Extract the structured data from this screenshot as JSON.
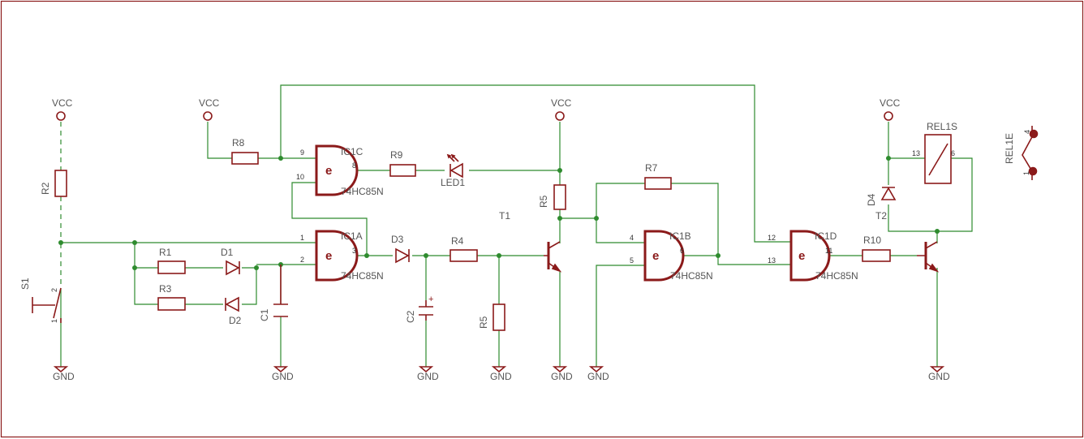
{
  "colors": {
    "wire": "#2e8b2e",
    "component": "#8b1a1a",
    "label": "#555555",
    "frame": "#8b1a1a"
  },
  "power": {
    "vcc": "VCC",
    "gnd": "GND"
  },
  "parts": {
    "s1": "S1",
    "r1": "R1",
    "r2": "R2",
    "r3": "R3",
    "r4": "R4",
    "r5a": "R5",
    "r5b": "R5",
    "r7": "R7",
    "r8": "R8",
    "r9": "R9",
    "r10": "R10",
    "d1": "D1",
    "d2": "D2",
    "d3": "D3",
    "d4": "D4",
    "led1": "LED1",
    "c1": "C1",
    "c2": "C2",
    "t1": "T1",
    "t2": "T2",
    "rel1s": "REL1S",
    "rel1e": "REL1E",
    "plus": "+"
  },
  "gates": {
    "ic1a": {
      "name": "IC1A",
      "type": "74HC85N",
      "symbol": "e",
      "pins": [
        "1",
        "2",
        "3"
      ]
    },
    "ic1b": {
      "name": "IC1B",
      "type": "74HC85N",
      "symbol": "e",
      "pins": [
        "4",
        "5",
        "6"
      ]
    },
    "ic1c": {
      "name": "IC1C",
      "type": "74HC85N",
      "symbol": "e",
      "pins": [
        "9",
        "10",
        "8"
      ]
    },
    "ic1d": {
      "name": "IC1D",
      "type": "74HC85N",
      "symbol": "e",
      "pins": [
        "12",
        "13",
        "11"
      ]
    }
  },
  "pin_labels": {
    "s1_top": "2",
    "s1_bot": "1",
    "rel_a": "13",
    "rel_b": "6",
    "rel1e_top": "4",
    "rel1e_bot": "1"
  }
}
